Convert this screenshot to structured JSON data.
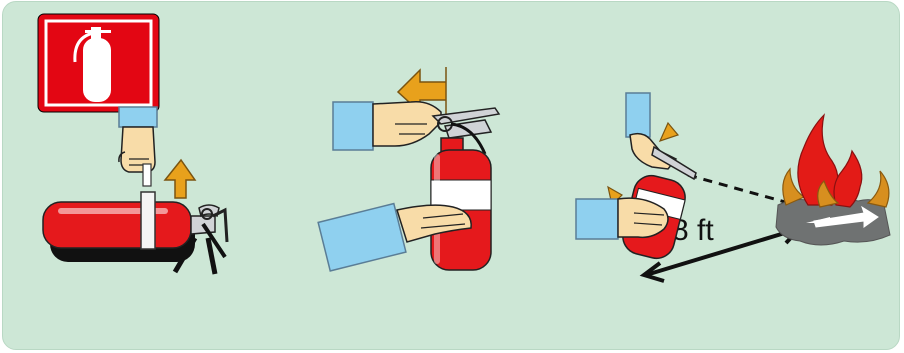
{
  "scenes": [
    {
      "id": "pull"
    },
    {
      "id": "aim"
    },
    {
      "id": "squeeze-sweep",
      "distance_label": "8 ft"
    }
  ],
  "colors": {
    "background": "#cde7d6",
    "extinguisher_red": "#e5191c",
    "sign_red": "#e30613",
    "arrow_orange": "#e8a11c",
    "sleeve_blue": "#8fd0ef",
    "skin": "#f8dca8",
    "flame_red": "#e31b17",
    "flame_orange": "#d78f1f",
    "smoke_gray": "#6f7272"
  },
  "icons": [
    "fire-extinguisher-sign-icon",
    "extinguisher-icon",
    "hand-icon",
    "arrow-up-icon",
    "arrow-left-icon",
    "fire-icon",
    "sweep-arrow-icon"
  ]
}
